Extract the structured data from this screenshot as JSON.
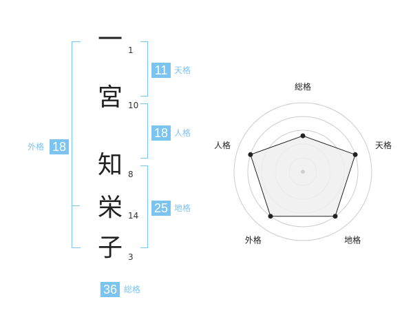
{
  "name_chars": [
    {
      "char": "一",
      "strokes": "1"
    },
    {
      "char": "宮",
      "strokes": "10"
    },
    {
      "char": "知",
      "strokes": "8"
    },
    {
      "char": "栄",
      "strokes": "14"
    },
    {
      "char": "子",
      "strokes": "3"
    }
  ],
  "fortune": {
    "tenkaku": {
      "value": "11",
      "label": "天格"
    },
    "jinkaku": {
      "value": "18",
      "label": "人格"
    },
    "chikaku": {
      "value": "25",
      "label": "地格"
    },
    "gaikaku": {
      "value": "18",
      "label": "外格"
    },
    "soukaku": {
      "value": "36",
      "label": "総格"
    }
  },
  "radar": {
    "axes": [
      "総格",
      "天格",
      "地格",
      "外格",
      "人格"
    ],
    "values": [
      0.52,
      0.8,
      0.8,
      0.8,
      0.8
    ],
    "max": 1
  },
  "colors": {
    "accent": "#7cc4f0",
    "text": "#222222",
    "grid": "#cccccc",
    "fill": "#eeeeee"
  }
}
